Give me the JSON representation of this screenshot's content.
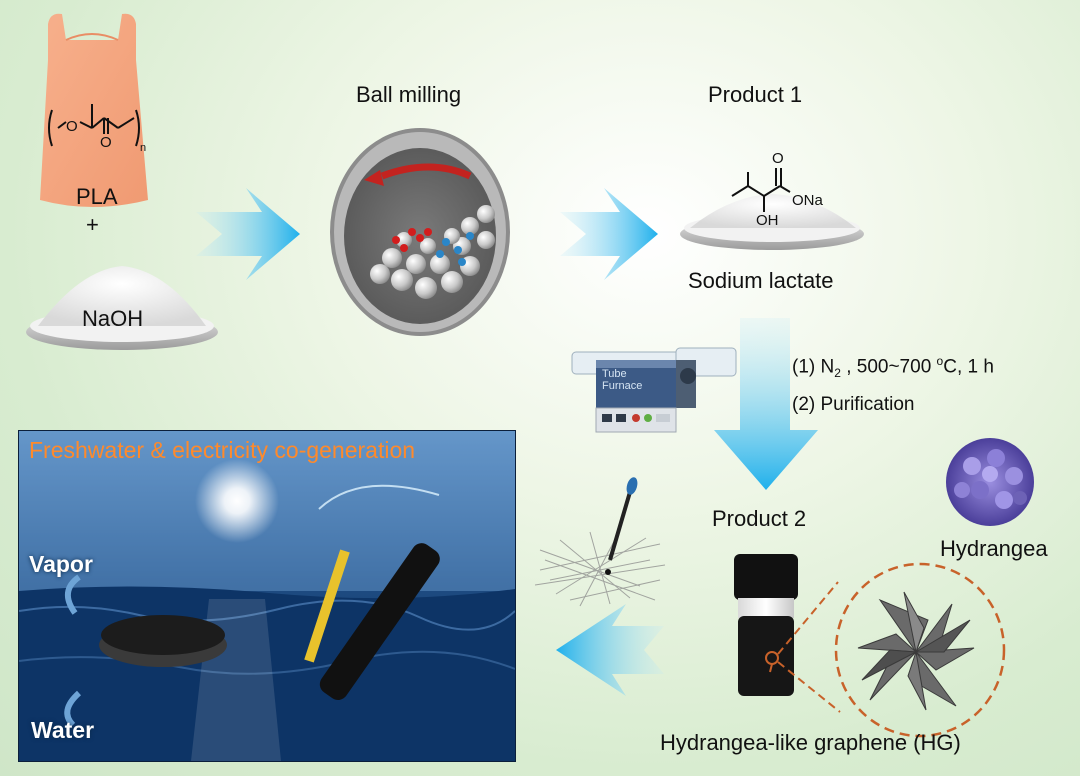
{
  "steps": {
    "ball_milling": "Ball milling",
    "product1": "Product 1",
    "sodium_lactate": "Sodium lactate",
    "product2": "Product 2",
    "hg": "Hydrangea-like graphene (HG)",
    "hydrangea": "Hydrangea"
  },
  "reactants": {
    "pla": "PLA",
    "plus": "+",
    "naoh": "NaOH"
  },
  "chem": {
    "o_ring": "O",
    "o_carbonyl": "O",
    "n_sub": "n",
    "lactate_o": "O",
    "ona": "ONa",
    "oh": "OH"
  },
  "conditions": {
    "c1_pre": "(1) N",
    "c1_sub": "2",
    "c1_post": " , 500~700 ",
    "c1_sup": "o",
    "c1_end": "C, 1 h",
    "c2": "(2) Purification"
  },
  "furnace": {
    "line1": "Tube",
    "line2": "Furnace"
  },
  "banner": {
    "title": "Freshwater & electricity co-generation",
    "vapor": "Vapor",
    "water": "Water"
  },
  "colors": {
    "arrow_blue": "#27b4ea",
    "banner_title": "#ff8a2b",
    "zoom_circle": "#c8622a"
  }
}
